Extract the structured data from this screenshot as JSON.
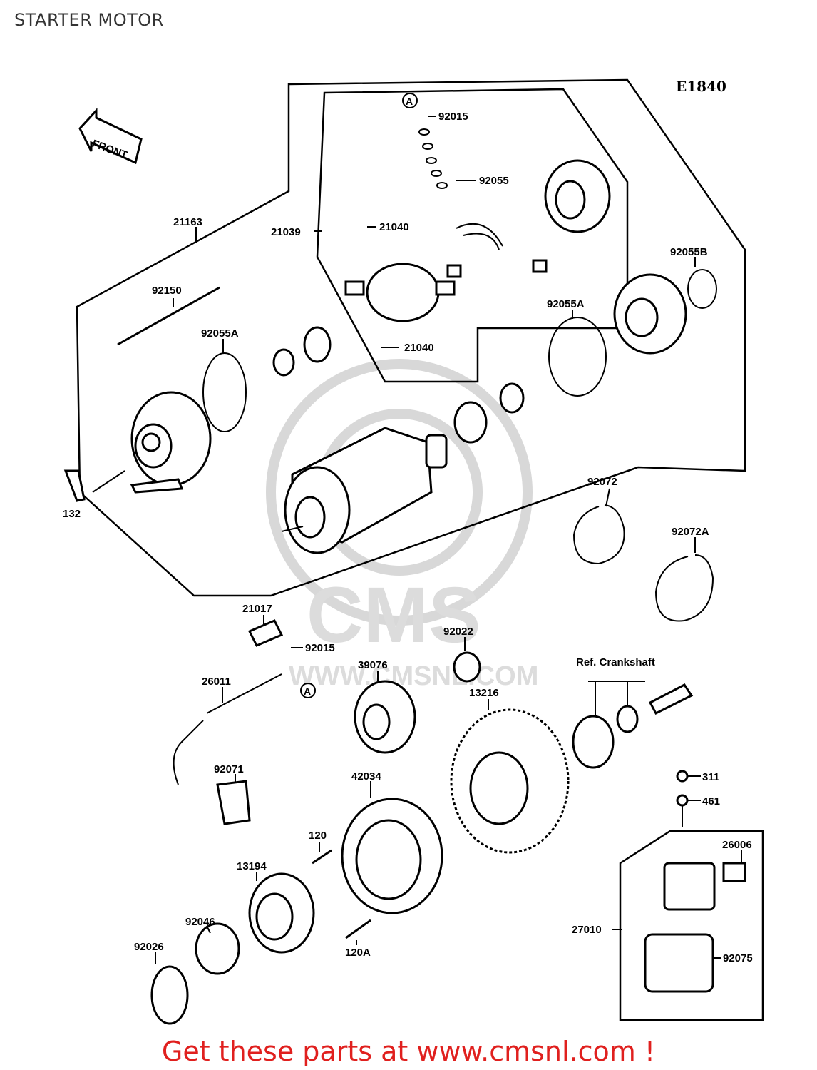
{
  "page": {
    "title": "STARTER MOTOR"
  },
  "diagram": {
    "code": "E1840",
    "front_label": "FRONT",
    "ref_crankshaft": "Ref. Crankshaft",
    "labels": {
      "p92015a": "92015",
      "p92055": "92055",
      "p21163": "21163",
      "p21039": "21039",
      "p21040a": "21040",
      "p21040b": "21040",
      "p92150": "92150",
      "p92055a_l": "92055A",
      "p92055a_r": "92055A",
      "p92055b": "92055B",
      "p132": "132",
      "p92072": "92072",
      "p92072a": "92072A",
      "p21017": "21017",
      "p92015b": "92015",
      "p92022": "92022",
      "p39076": "39076",
      "p26011": "26011",
      "p13216": "13216",
      "p92071": "92071",
      "p42034": "42034",
      "p311": "311",
      "p461": "461",
      "p120": "120",
      "p13194": "13194",
      "p26006": "26006",
      "p92046": "92046",
      "p27010": "27010",
      "p92026": "92026",
      "p120a": "120A",
      "p92075": "92075"
    },
    "marker_a": "A",
    "watermark": {
      "brand": "CMS",
      "url": "WWW.CMSNL.COM"
    }
  },
  "footer": {
    "cta": "Get these parts at www.cmsnl.com !"
  }
}
